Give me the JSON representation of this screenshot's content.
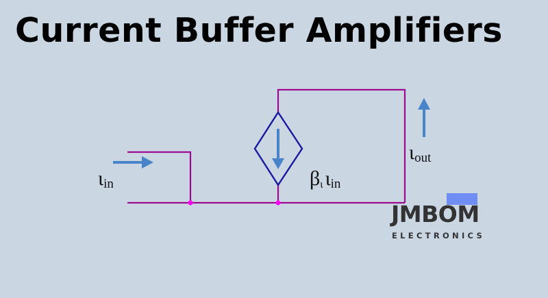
{
  "title": "Current Buffer Amplifiers",
  "diagram": {
    "input_current": {
      "symbol": "ι",
      "subscript": "in"
    },
    "output_current": {
      "symbol": "ι",
      "subscript": "out"
    },
    "gain_label": {
      "beta": "β",
      "beta_sub": "ι",
      "symbol": "ι",
      "subscript": "in"
    },
    "colors": {
      "wire": "#9c0b8e",
      "node": "#ff00ff",
      "source_outline": "#1a1aa0",
      "arrow": "#4a84c8"
    }
  },
  "logo": {
    "name": "JMBOM",
    "tagline": "ELECTRONICS",
    "accent_color": "#6f8df2"
  }
}
